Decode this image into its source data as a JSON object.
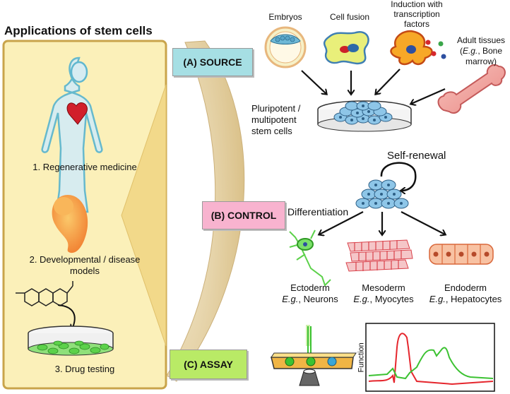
{
  "panel": {
    "title": "Applications of stem cells",
    "items": [
      "1. Regenerative medicine",
      "2. Developmental / disease",
      "models",
      "3. Drug testing"
    ]
  },
  "stages": {
    "source": "(A) SOURCE",
    "control": "(B) CONTROL",
    "assay": "(C) ASSAY"
  },
  "sources": {
    "embryos": "Embryos",
    "cell_fusion": "Cell fusion",
    "induction": [
      "Induction with",
      "transcription",
      "factors"
    ],
    "adult": {
      "line1": "Adult tissues",
      "paren_open": "(",
      "eg": "E.g.",
      "rest": ", Bone",
      "line3": "marrow)"
    }
  },
  "pluripotent": [
    "Pluripotent /",
    "multipotent",
    "stem cells"
  ],
  "self_renewal": "Self-renewal",
  "differentiation": "Differentiation",
  "lineages": [
    {
      "name": "Ectoderm",
      "eg": "E.g.",
      "example": ", Neurons"
    },
    {
      "name": "Mesoderm",
      "eg": "E.g.",
      "example": ", Myocytes"
    },
    {
      "name": "Endoderm",
      "eg": "E.g.",
      "example": ", Hepatocytes"
    }
  ],
  "assay_plot": {
    "ylabel": "Function"
  },
  "colors": {
    "panel_bg": "#fbf0b9",
    "panel_border": "#c9a44b",
    "source": "#a6dfe4",
    "control": "#f8b3cf",
    "assay": "#b9ea66",
    "arc": "#e3cfa2",
    "red": "#e5262d",
    "green": "#3cc232"
  }
}
